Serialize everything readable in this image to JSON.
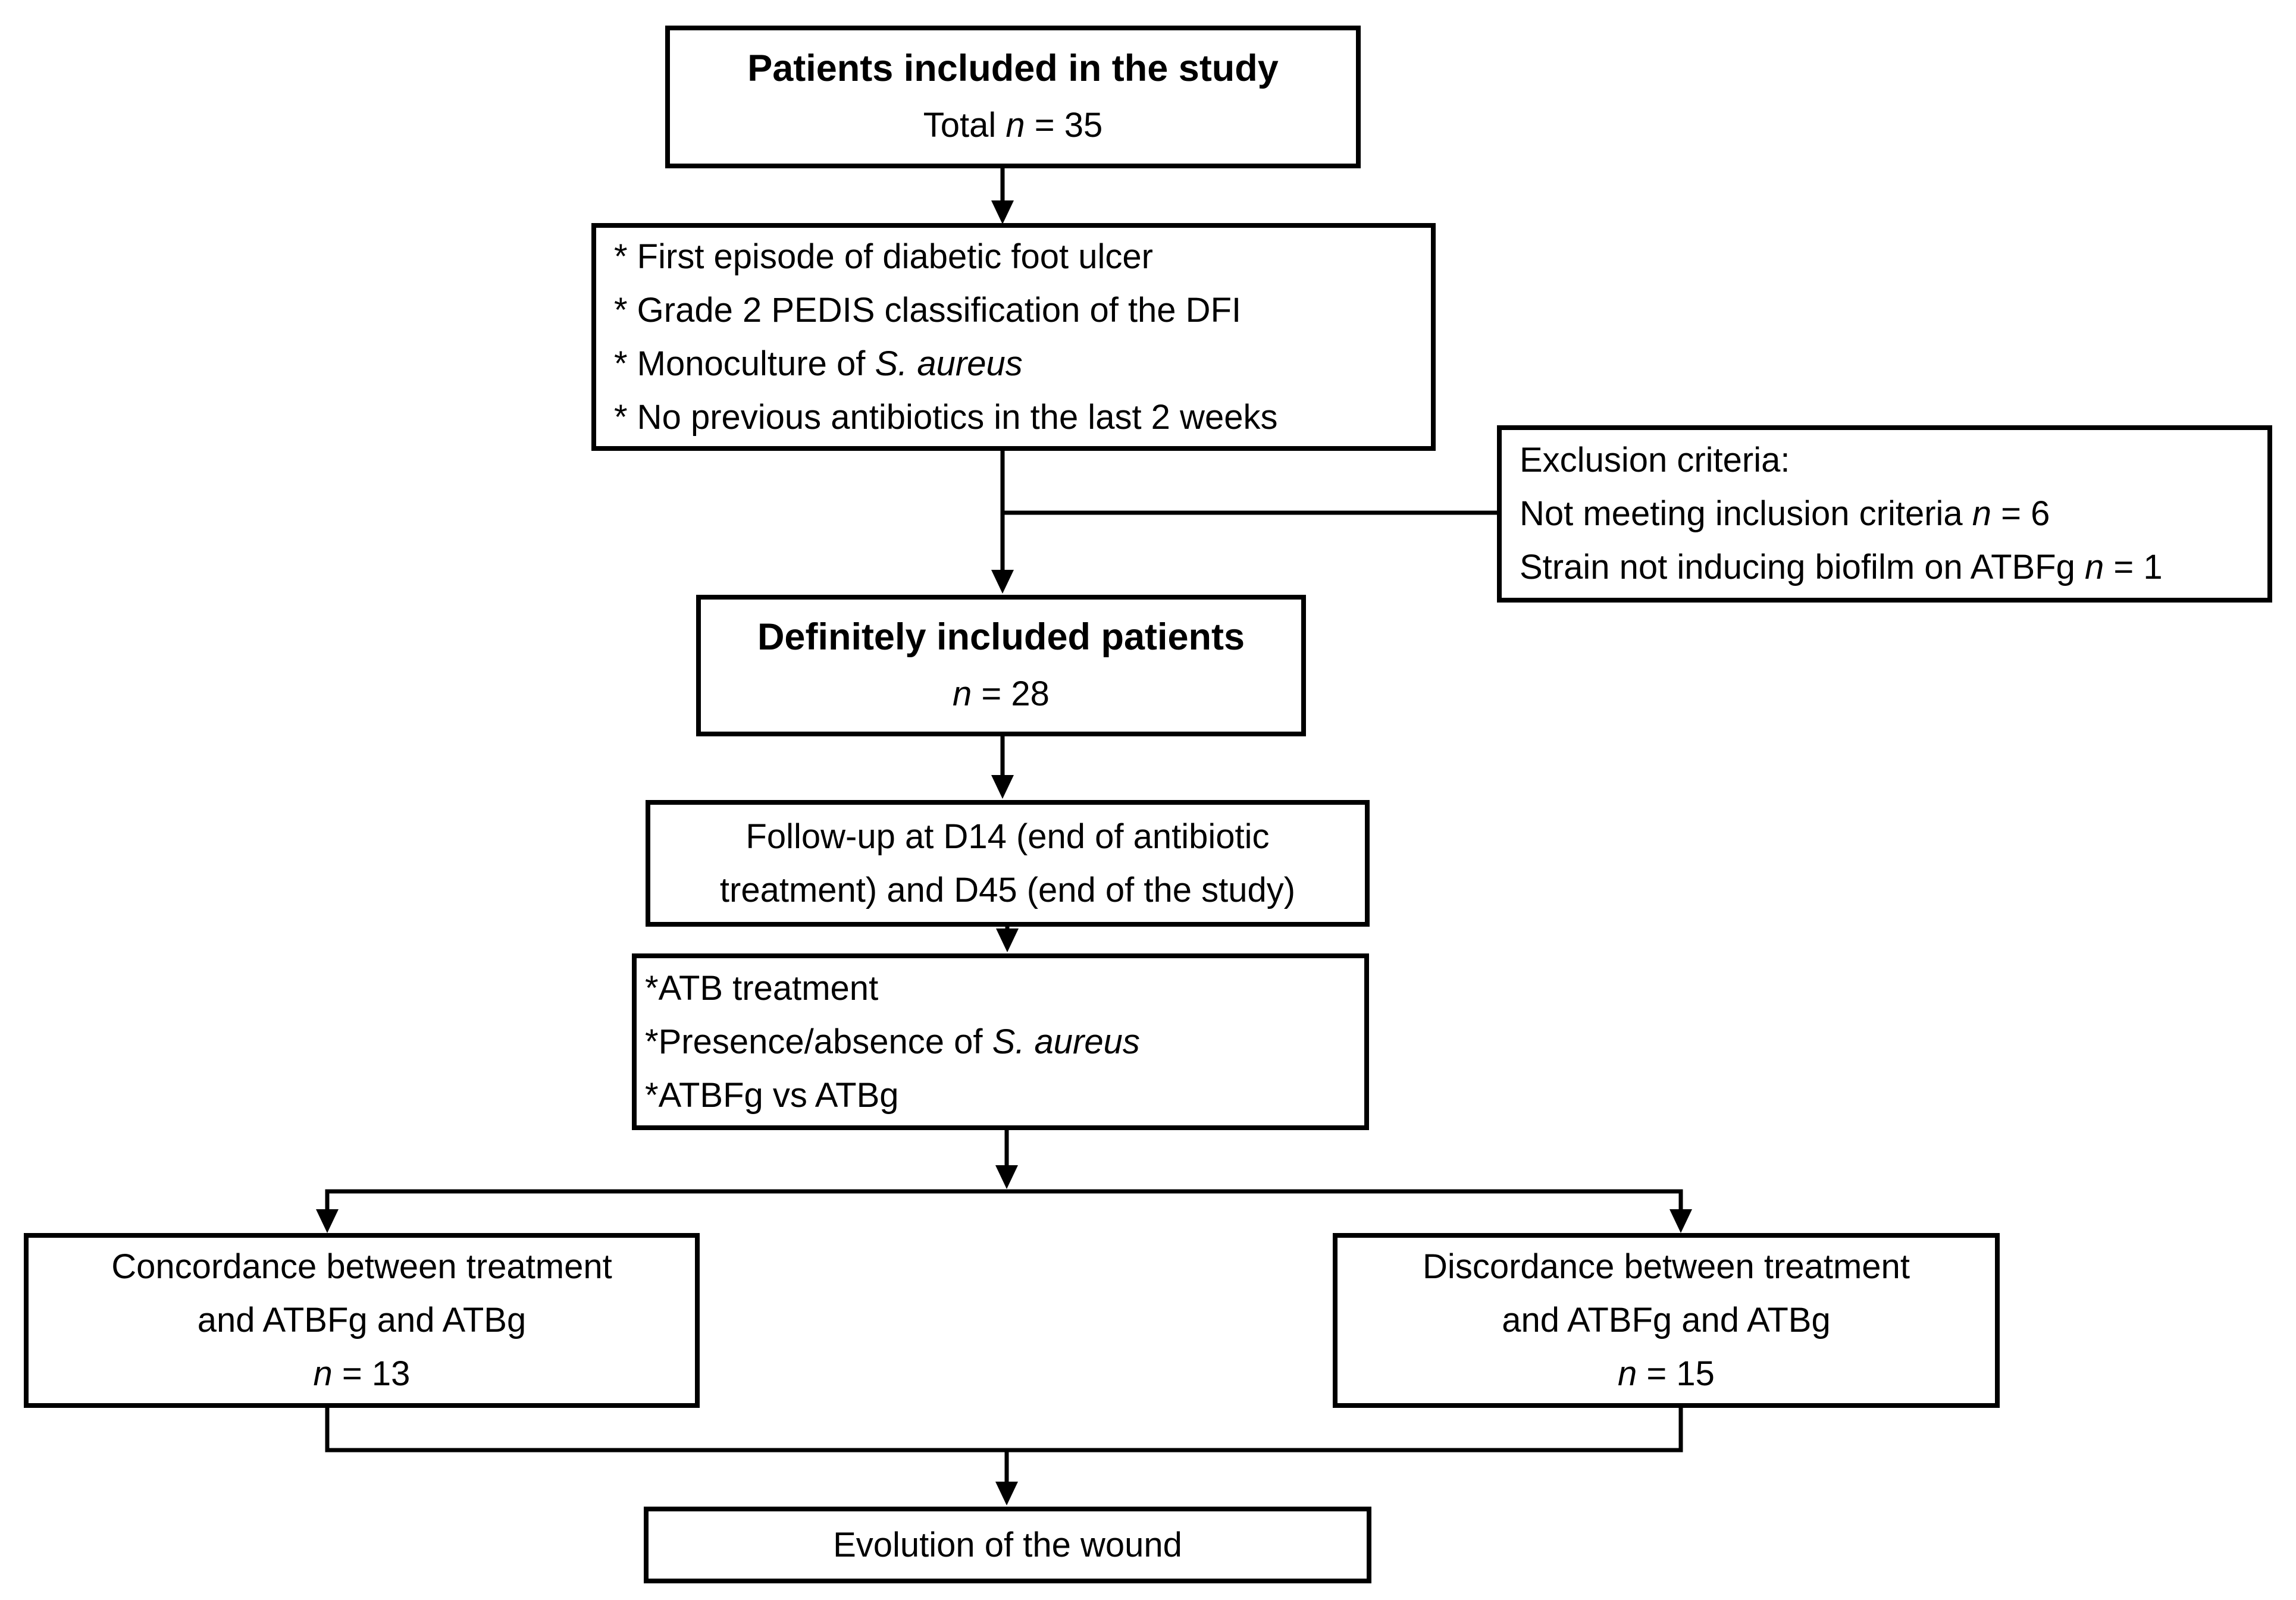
{
  "page": {
    "background": "#ffffff",
    "ink": "#000000"
  },
  "boxes": {
    "included": {
      "lines": [
        {
          "segments": [
            {
              "text": "Patients included in the study",
              "bold": true
            }
          ]
        },
        {
          "segments": [
            {
              "text": "Total "
            },
            {
              "text": "n",
              "italic": true
            },
            {
              "text": " = 35"
            }
          ]
        }
      ]
    },
    "inclusion_criteria": {
      "lines": [
        {
          "segments": [
            {
              "text": "* First episode of diabetic foot ulcer"
            }
          ]
        },
        {
          "segments": [
            {
              "text": "* Grade 2 PEDIS classification of the DFI"
            }
          ]
        },
        {
          "segments": [
            {
              "text": "* Monoculture of "
            },
            {
              "text": "S. aureus",
              "italic": true
            }
          ]
        },
        {
          "segments": [
            {
              "text": "* No previous antibiotics in the last 2 weeks"
            }
          ]
        }
      ]
    },
    "exclusion": {
      "lines": [
        {
          "segments": [
            {
              "text": "Exclusion criteria:"
            }
          ]
        },
        {
          "segments": [
            {
              "text": "Not meeting inclusion criteria "
            },
            {
              "text": "n",
              "italic": true
            },
            {
              "text": " = 6"
            }
          ]
        },
        {
          "segments": [
            {
              "text": "Strain not inducing biofilm on ATBFg "
            },
            {
              "text": "n",
              "italic": true
            },
            {
              "text": " = 1"
            }
          ]
        }
      ]
    },
    "definitely_included": {
      "lines": [
        {
          "segments": [
            {
              "text": "Definitely included patients",
              "bold": true
            }
          ]
        },
        {
          "segments": [
            {
              "text": "n",
              "italic": true
            },
            {
              "text": " = 28"
            }
          ]
        }
      ]
    },
    "followup": {
      "lines": [
        {
          "segments": [
            {
              "text": "Follow-up at D14 (end of antibiotic"
            }
          ]
        },
        {
          "segments": [
            {
              "text": "treatment) and D45 (end of the study)"
            }
          ]
        }
      ]
    },
    "assessments": {
      "lines": [
        {
          "segments": [
            {
              "text": "*ATB treatment"
            }
          ]
        },
        {
          "segments": [
            {
              "text": "*Presence/absence of "
            },
            {
              "text": "S. aureus",
              "italic": true
            }
          ]
        },
        {
          "segments": [
            {
              "text": "*ATBFg vs ATBg"
            }
          ]
        }
      ]
    },
    "concordance": {
      "lines": [
        {
          "segments": [
            {
              "text": "Concordance between treatment"
            }
          ]
        },
        {
          "segments": [
            {
              "text": "and ATBFg and ATBg"
            }
          ]
        },
        {
          "segments": [
            {
              "text": "n",
              "italic": true
            },
            {
              "text": " = 13"
            }
          ]
        }
      ]
    },
    "discordance": {
      "lines": [
        {
          "segments": [
            {
              "text": "Discordance between treatment"
            }
          ]
        },
        {
          "segments": [
            {
              "text": "and ATBFg and ATBg"
            }
          ]
        },
        {
          "segments": [
            {
              "text": "n",
              "italic": true
            },
            {
              "text": " = 15"
            }
          ]
        }
      ]
    },
    "evolution": {
      "lines": [
        {
          "segments": [
            {
              "text": "Evolution of the wound"
            }
          ]
        }
      ]
    }
  }
}
